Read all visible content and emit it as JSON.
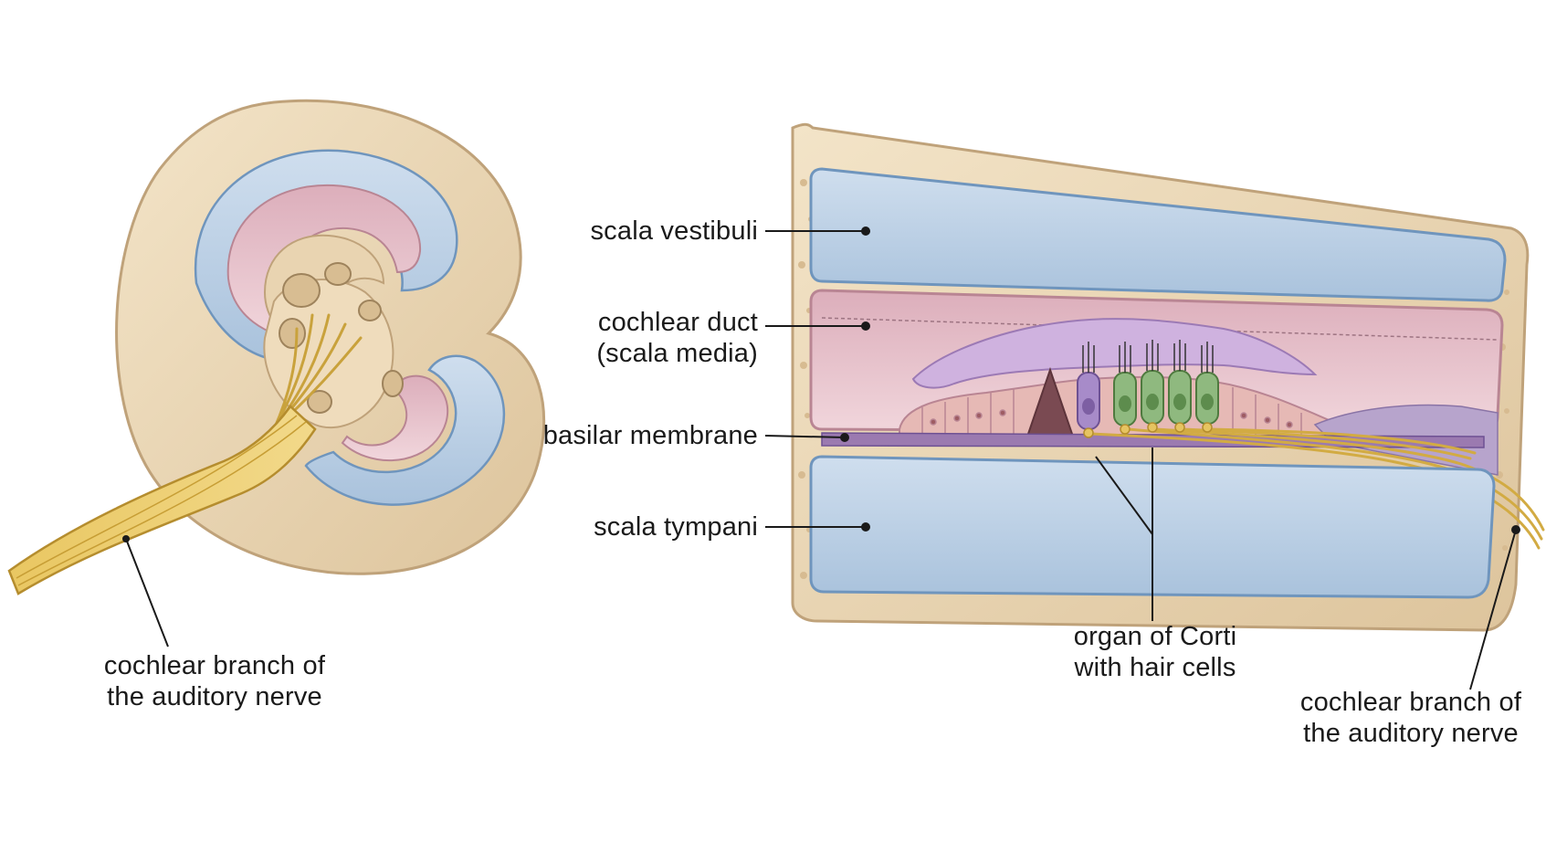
{
  "labels": {
    "left_nerve": {
      "line1": "cochlear branch of",
      "line2": "the auditory nerve"
    },
    "scala_vestibuli": "scala vestibuli",
    "cochlear_duct": {
      "line1": "cochlear duct",
      "line2": "(scala media)"
    },
    "basilar_membrane": "basilar membrane",
    "scala_tympani": "scala tympani",
    "organ_of_corti": {
      "line1": "organ of Corti",
      "line2": "with hair cells"
    },
    "right_nerve": {
      "line1": "cochlear branch of",
      "line2": "the auditory nerve"
    }
  },
  "colors": {
    "bone": "#ecd9b8",
    "bone_edge": "#c9ad84",
    "scala_blue": "#b7cde3",
    "scala_blue_edge": "#6f95bd",
    "duct_pink": "#e8c3cc",
    "duct_pink_edge": "#b98593",
    "nerve": "#e6c461",
    "nerve_edge": "#b58d2e",
    "tectorial": "#cfb2df",
    "hair_green": "#8fb97f",
    "hair_purple": "#a78bc9"
  }
}
